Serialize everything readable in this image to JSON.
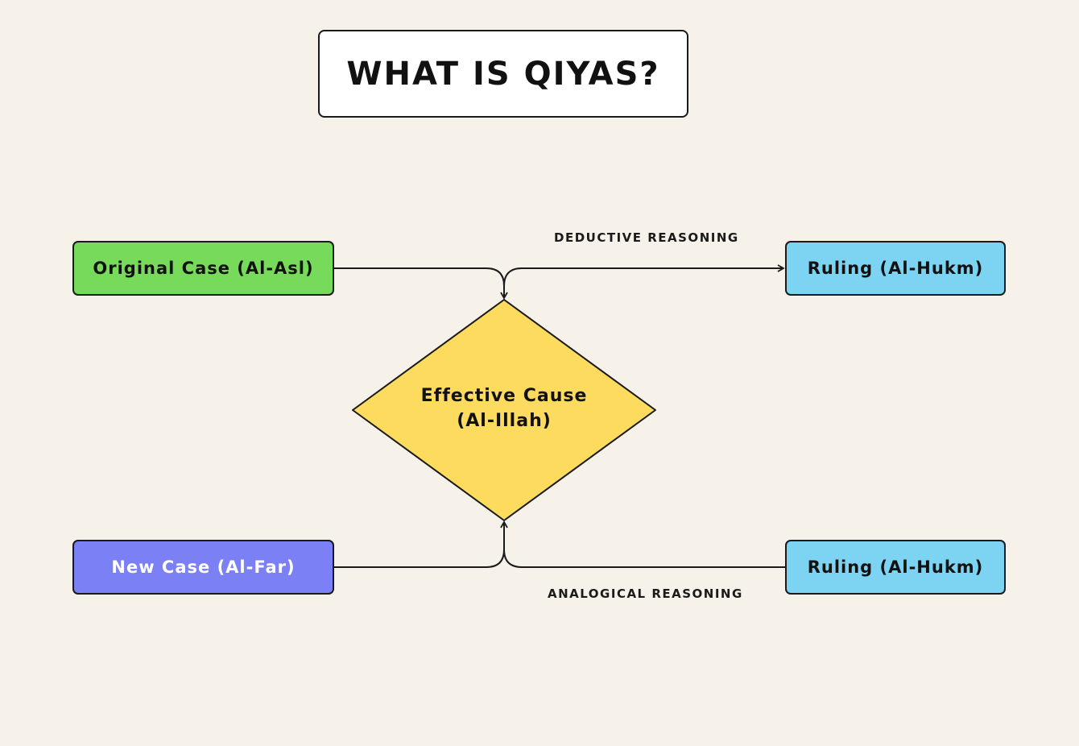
{
  "title": "WHAT IS QIYAS?",
  "nodes": {
    "original_case": "Original Case (Al-Asl)",
    "ruling_top": "Ruling (Al-Hukm)",
    "new_case": "New Case (Al-Far)",
    "ruling_bottom": "Ruling (Al-Hukm)",
    "effective_cause": {
      "line1": "Effective Cause",
      "line2": "(Al-Illah)"
    }
  },
  "edge_labels": {
    "deductive": "DEDUCTIVE REASONING",
    "analogical": "ANALOGICAL REASONING"
  },
  "colors": {
    "background": "#f6f2ea",
    "original_case": "#78da5a",
    "ruling": "#7dd3f2",
    "new_case": "#7b80f4",
    "effective_cause": "#fcdb5f"
  }
}
